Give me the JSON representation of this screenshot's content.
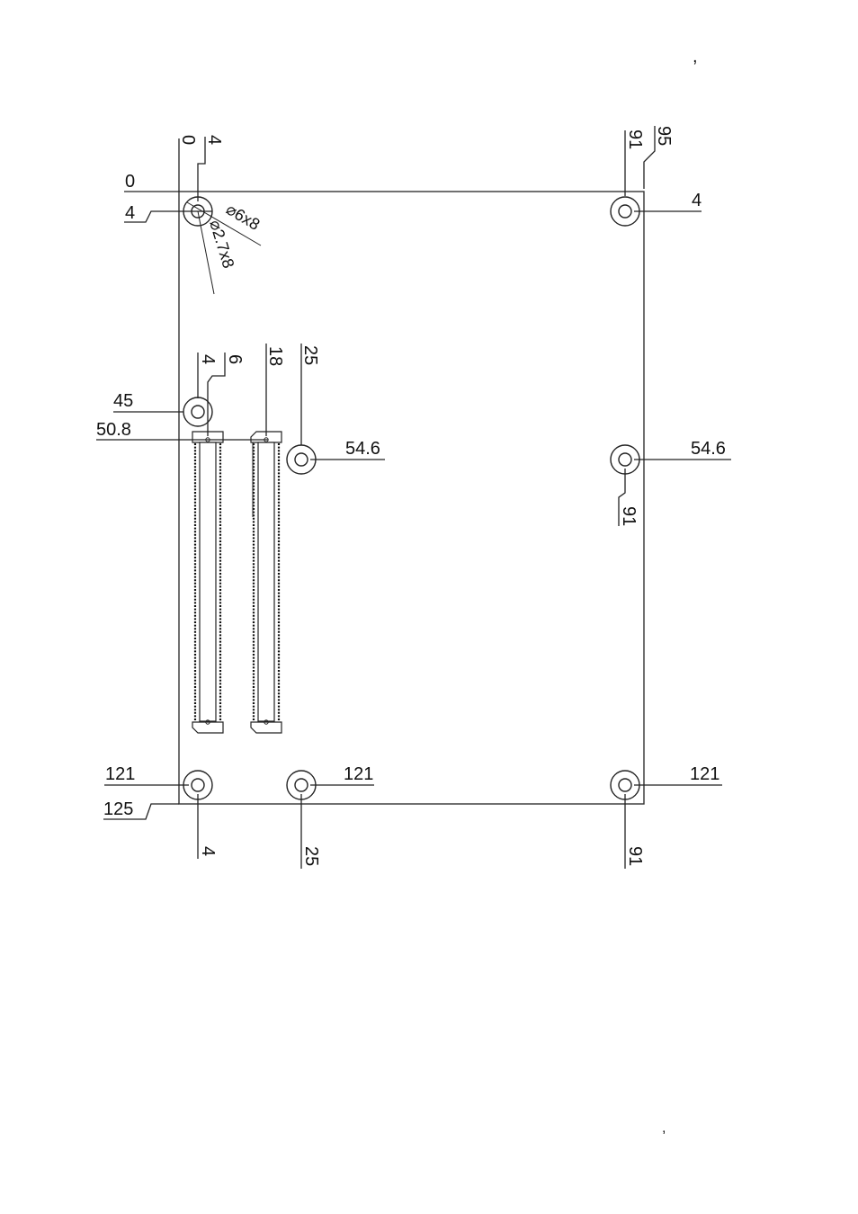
{
  "drawing": {
    "page_marks": {
      "top": ",",
      "bottom": ","
    },
    "callouts": {
      "countersink": "⌀6x8",
      "drill": "⌀2.7x8"
    },
    "dims": {
      "top_x0": "0",
      "top_x4": "4",
      "top_x91": "91",
      "top_x95": "95",
      "left_y0": "0",
      "left_y4": "4",
      "right_y4": "4",
      "conn_x4": "4",
      "conn_x6": "6",
      "conn_x18": "18",
      "conn_x25": "25",
      "left_y45": "45",
      "left_y50_8": "50.8",
      "mid_y54_6": "54.6",
      "right_y54_6": "54.6",
      "right_x91_mid": "91",
      "left_y121": "121",
      "left_y125": "125",
      "mid_y121": "121",
      "right_y121": "121",
      "bottom_x4": "4",
      "bottom_x25": "25",
      "bottom_x91": "91"
    }
  }
}
